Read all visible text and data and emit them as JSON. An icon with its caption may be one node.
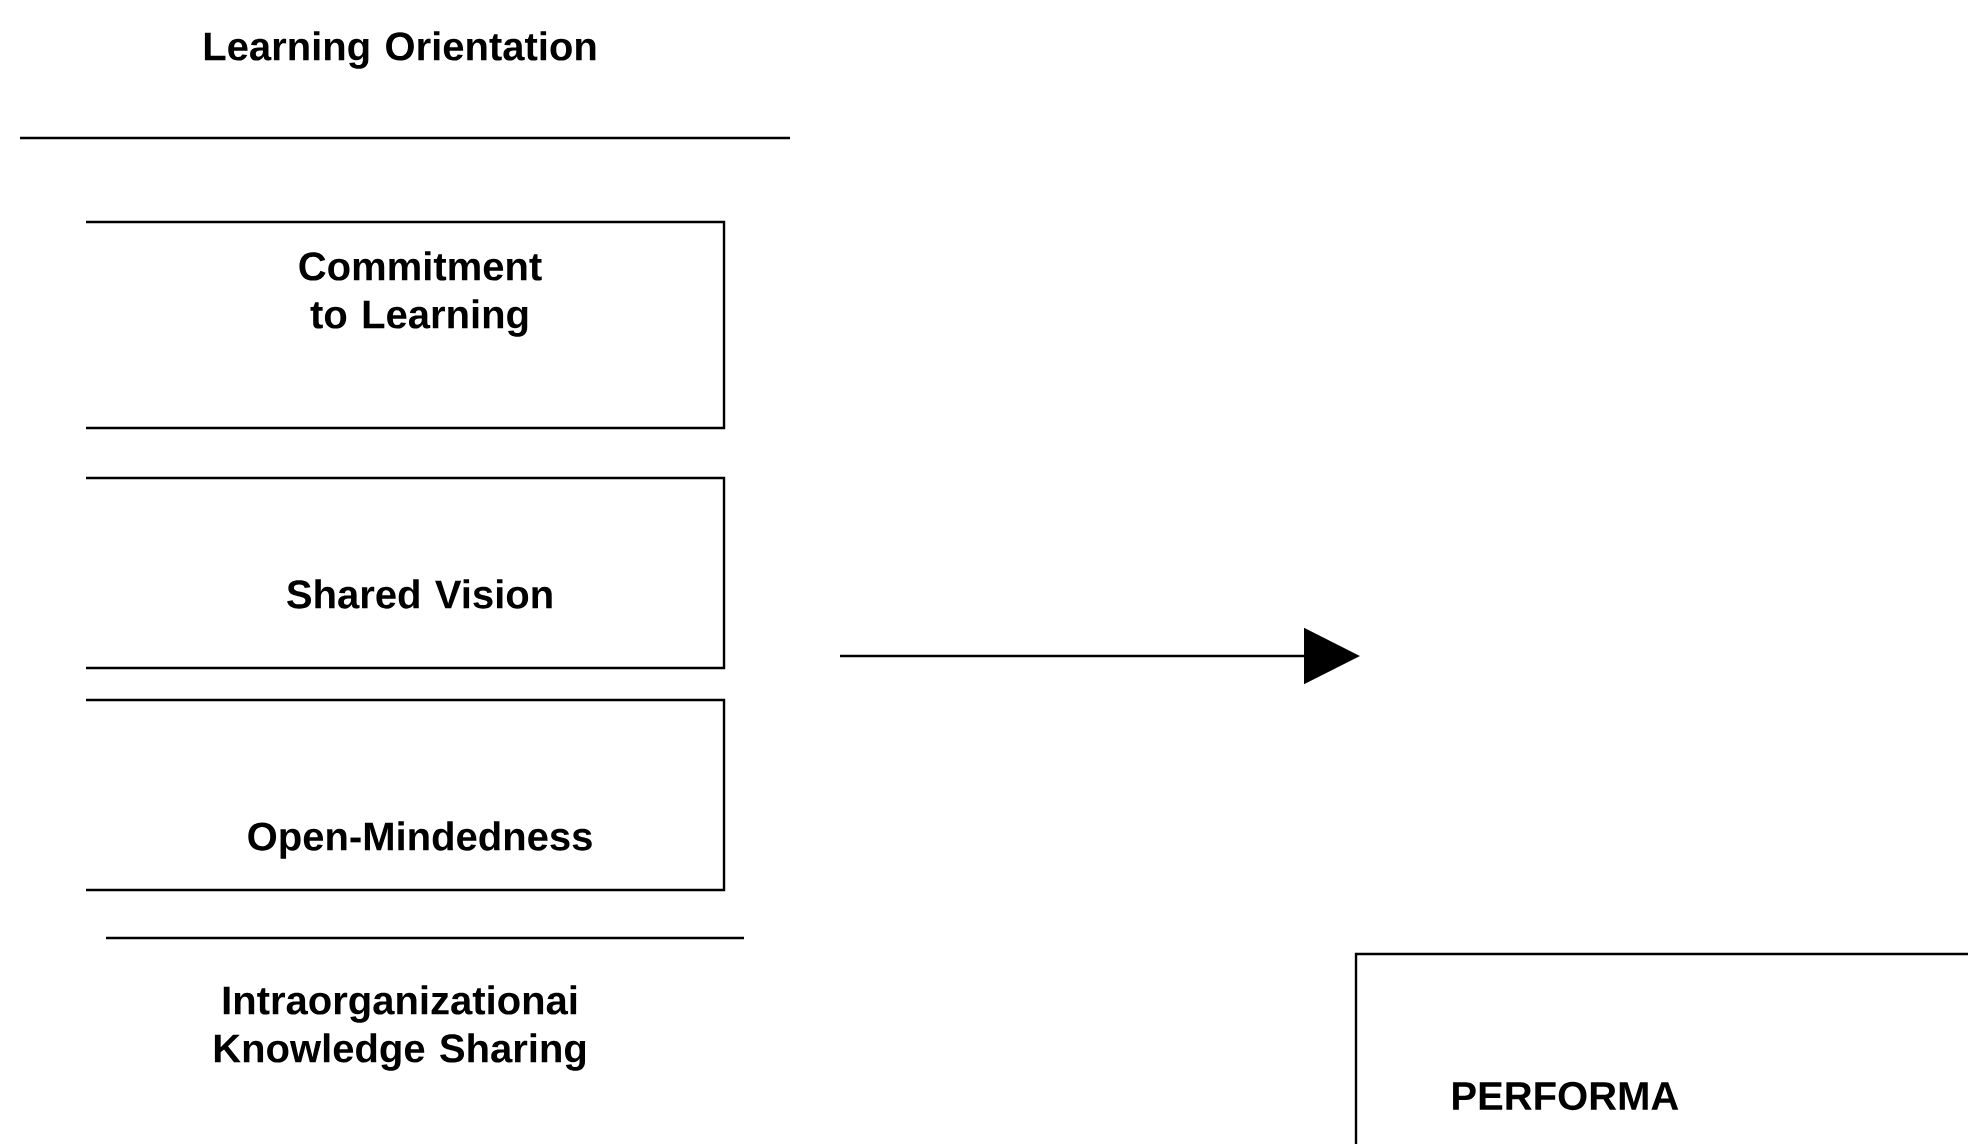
{
  "diagram": {
    "nodes": [
      {
        "text": [
          "Commitment to Learning"
        ]
      },
      {
        "text": [
          "Shared Vision"
        ]
      },
      {
        "text": [
          "Open-Mindedness"
        ]
      },
      {
        "text": [
          "PERFORMA"
        ]
      }
    ],
    "labels": [
      "Learning Orientation",
      "Intraorganizationai Knowledge Sharing"
    ]
  }
}
